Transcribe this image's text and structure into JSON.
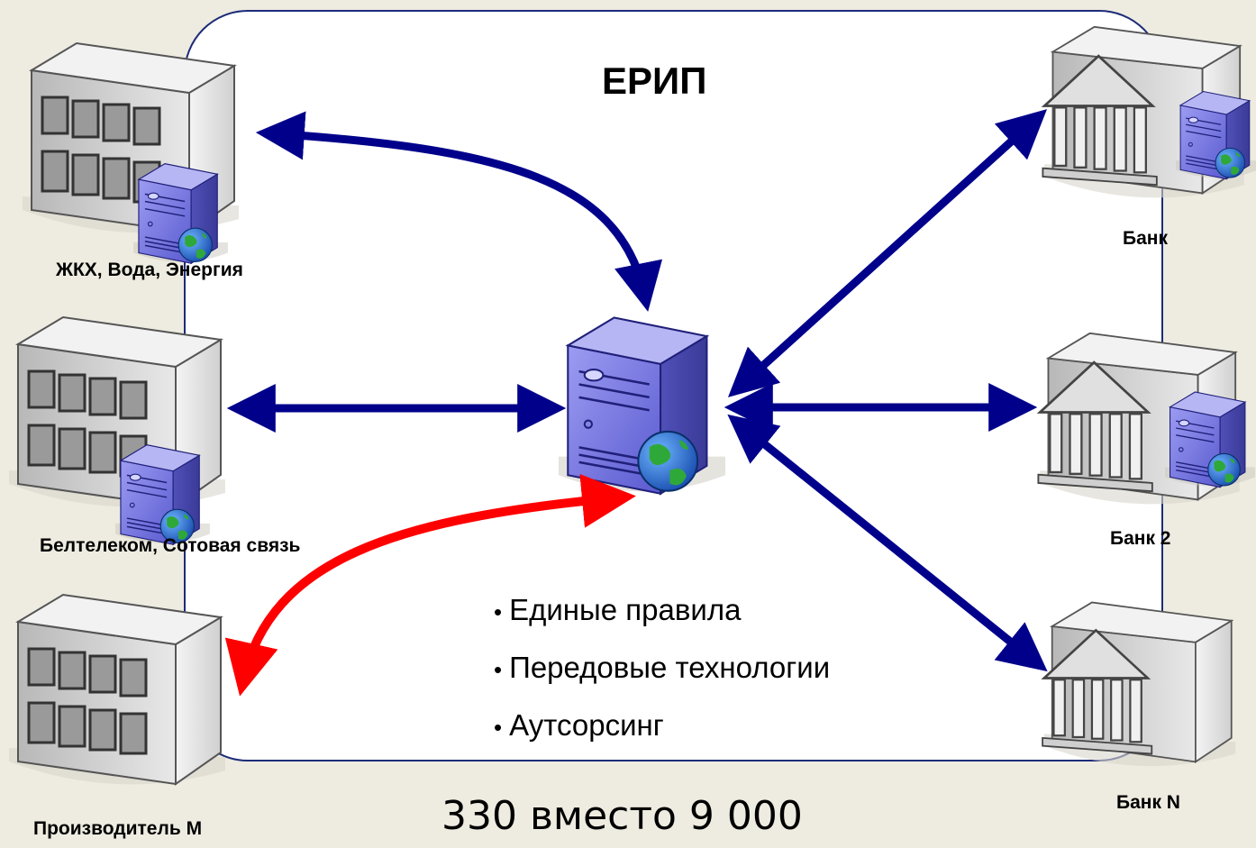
{
  "diagram": {
    "title": "ЕРИП",
    "nodes": {
      "utilities": {
        "label": "ЖКХ, Вода, Энергия",
        "icon": "office-building-with-server-icon"
      },
      "telecom": {
        "label": "Белтелеком, Сотовая связь",
        "icon": "office-building-with-server-icon"
      },
      "manufacturer": {
        "label": "Производитель М",
        "icon": "office-building-icon"
      },
      "bank1": {
        "label": "Банк",
        "icon": "bank-building-with-server-icon"
      },
      "bank2": {
        "label": "Банк 2",
        "icon": "bank-building-with-server-icon"
      },
      "bankN": {
        "label": "Банк N",
        "icon": "bank-building-icon"
      },
      "center": {
        "icon": "server-with-globe-icon"
      }
    },
    "bullets": [
      "Единые правила",
      "Передовые технологии",
      "Аутсорсинг"
    ],
    "footer": "330 вместо 9 000",
    "colors": {
      "connector": "#00008b",
      "highlight_connector": "#ff0000",
      "server_body": "#7f7fe0",
      "background": "#eeebe0",
      "region_border": "#1c2c7a"
    }
  }
}
